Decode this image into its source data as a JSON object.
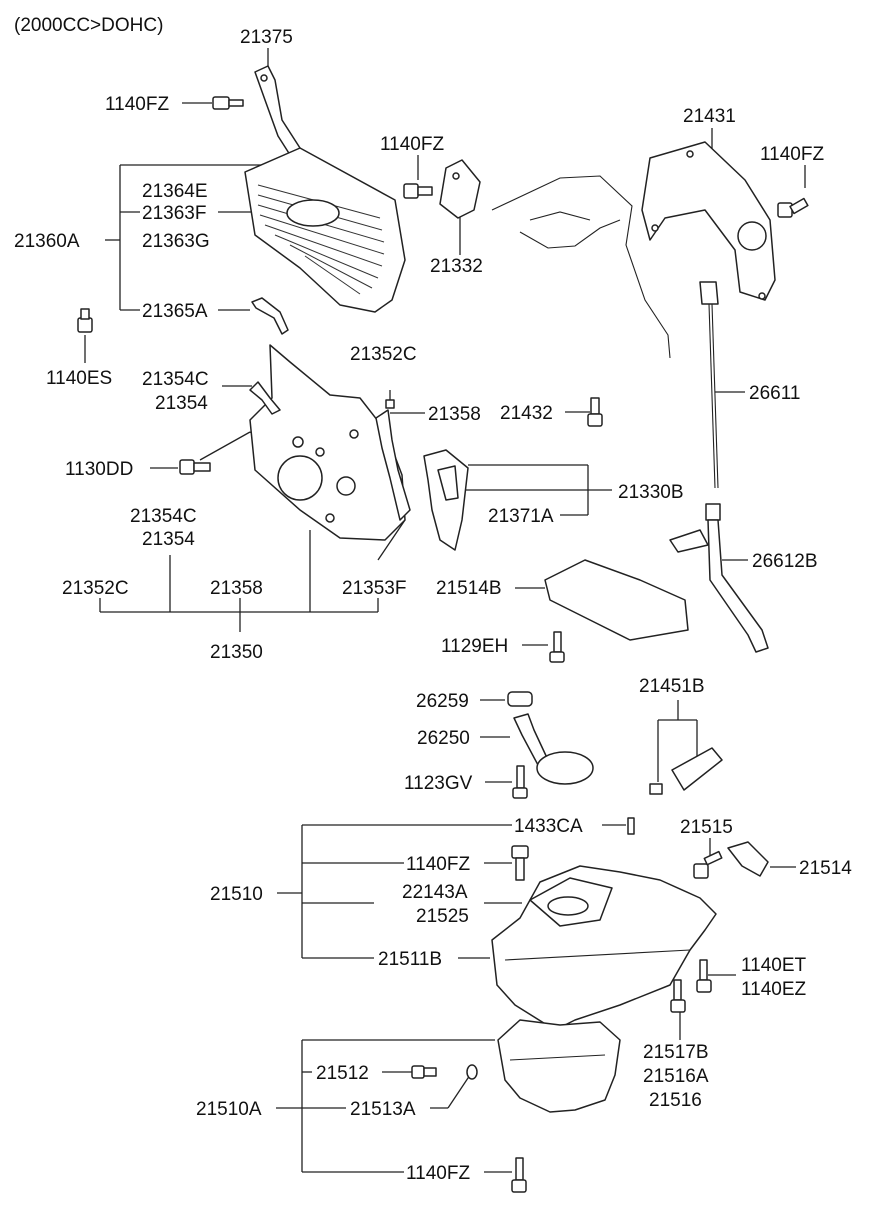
{
  "header": "(2000CC>DOHC)",
  "labels": {
    "l21375": "21375",
    "l1140fz_a": "1140FZ",
    "l21364e": "21364E",
    "l21363f": "21363F",
    "l21363g": "21363G",
    "l21360a": "21360A",
    "l21365a": "21365A",
    "l1140es": "1140ES",
    "l1140fz_b": "1140FZ",
    "l21332": "21332",
    "l21431": "21431",
    "l1140fz_c": "1140FZ",
    "l21352c_a": "21352C",
    "l21354c_a": "21354C",
    "l21354_a": "21354",
    "l21358_a": "21358",
    "l21432": "21432",
    "l26611": "26611",
    "l1130dd": "1130DD",
    "l21330b": "21330B",
    "l21371a": "21371A",
    "l21354c_b": "21354C",
    "l21354_b": "21354",
    "l26612b": "26612B",
    "l21352c_b": "21352C",
    "l21358_b": "21358",
    "l21353f": "21353F",
    "l21514b": "21514B",
    "l21350": "21350",
    "l1129eh": "1129EH",
    "l21451b": "21451B",
    "l26259": "26259",
    "l26250": "26250",
    "l1123gv": "1123GV",
    "l1433ca": "1433CA",
    "l21515": "21515",
    "l1140fz_d": "1140FZ",
    "l21514": "21514",
    "l21510": "21510",
    "l22143a": "22143A",
    "l21525": "21525",
    "l21511b": "21511B",
    "l1140et": "1140ET",
    "l1140ez": "1140EZ",
    "l21517b": "21517B",
    "l21516a": "21516A",
    "l21512": "21512",
    "l21516": "21516",
    "l21510a": "21510A",
    "l21513a": "21513A",
    "l1140fz_e": "1140FZ"
  }
}
